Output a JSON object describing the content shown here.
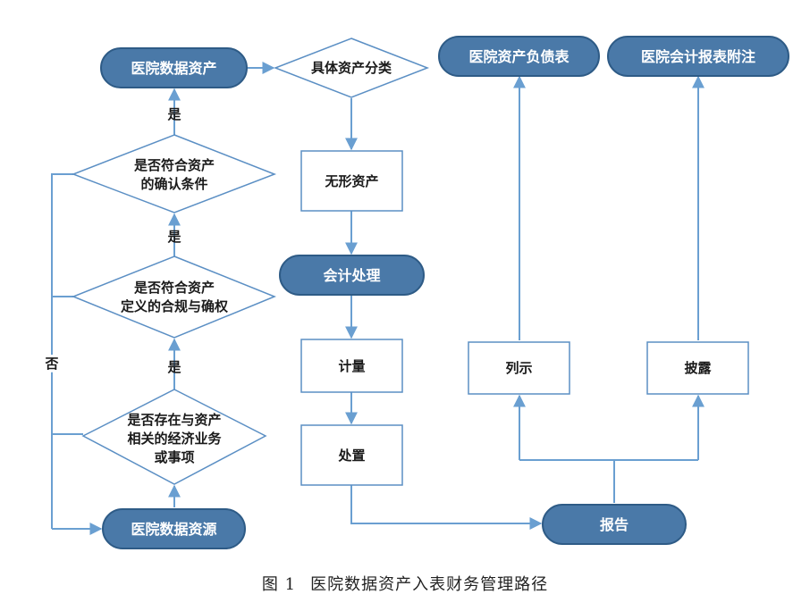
{
  "colors": {
    "pill_fill": "#4a79a8",
    "pill_stroke": "#2e5b86",
    "line": "#6a9fd1",
    "box_stroke": "#5b8fc4"
  },
  "nodes": {
    "data_asset": "医院数据资产",
    "asset_class": "具体资产分类",
    "intangible": "无形资产",
    "accounting": "会计处理",
    "measure": "计量",
    "dispose": "处置",
    "balance_sheet": "医院资产负债表",
    "notes": "医院会计报表附注",
    "list_show": "列示",
    "disclose": "披露",
    "report": "报告",
    "data_resource": "医院数据资源",
    "q1": [
      "是否符合资产",
      "的确认条件"
    ],
    "q2": [
      "是否符合资产",
      "定义的合规与确权"
    ],
    "q3": [
      "是否存在与资产",
      "相关的经济业务",
      "或事项"
    ]
  },
  "labels": {
    "yes1": "是",
    "yes2": "是",
    "yes3": "是",
    "no": "否"
  },
  "caption": {
    "fig_no": "图 1",
    "title": "医院数据资产入表财务管理路径"
  }
}
